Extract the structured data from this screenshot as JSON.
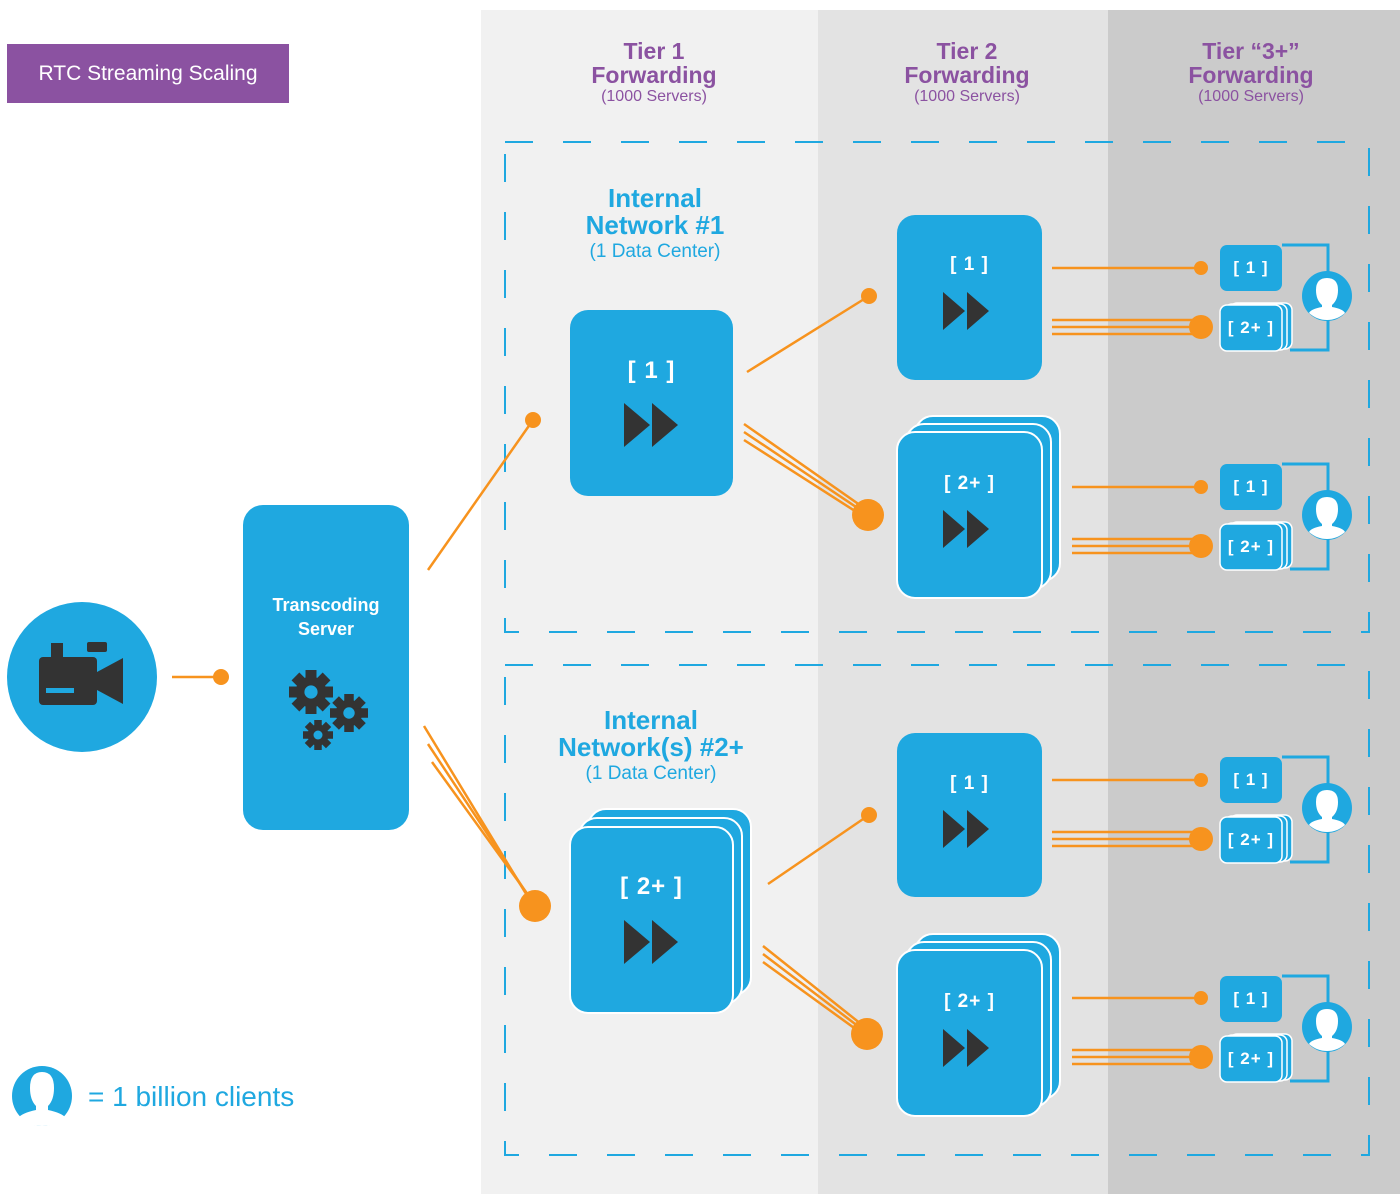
{
  "title": "RTC Streaming Scaling",
  "tiers": [
    {
      "name": "Tier 1",
      "line2": "Forwarding",
      "servers": "(1000 Servers)"
    },
    {
      "name": "Tier 2",
      "line2": "Forwarding",
      "servers": "(1000 Servers)"
    },
    {
      "name": "Tier “3+”",
      "line2": "Forwarding",
      "servers": "(1000 Servers)"
    }
  ],
  "networks": [
    {
      "line1": "Internal",
      "line2": "Network #1",
      "line3": "(1 Data Center)"
    },
    {
      "line1": "Internal",
      "line2": "Network(s) #2+",
      "line3": "(1 Data Center)"
    }
  ],
  "transcoding": {
    "line1": "Transcoding",
    "line2": "Server"
  },
  "server_labels": {
    "one": "[ 1 ]",
    "many": "[ 2+ ]"
  },
  "legend": "= 1 billion clients",
  "colors": {
    "blue": "#1fa8e0",
    "orange": "#f7931e",
    "purple": "#8b52a1",
    "dark": "#333333"
  },
  "icons": [
    "video-camera-icon",
    "gears-icon",
    "fast-forward-icon",
    "user-icon"
  ]
}
